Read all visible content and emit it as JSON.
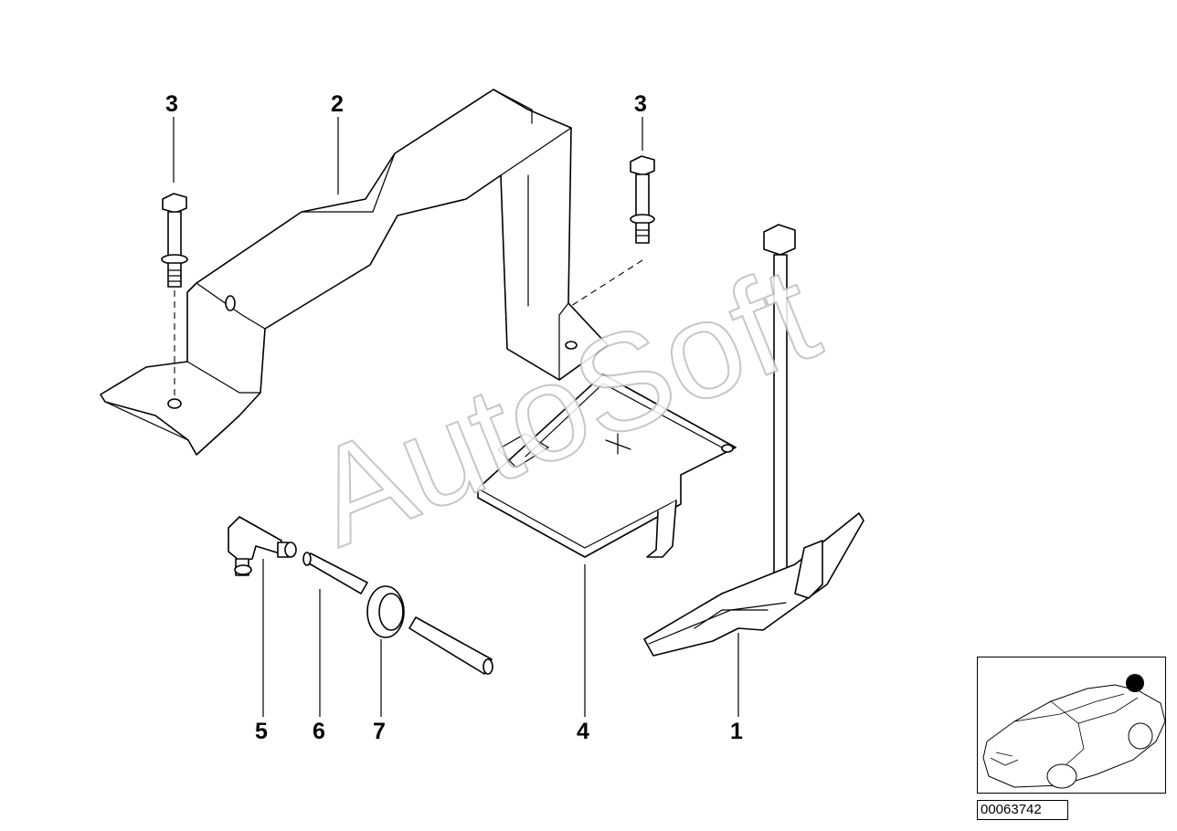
{
  "callouts": {
    "c1": "1",
    "c2": "2",
    "c3_left": "3",
    "c3_right": "3",
    "c4": "4",
    "c5": "5",
    "c6": "6",
    "c7": "7"
  },
  "watermark": "AutoSoft",
  "reference_code": "00063742",
  "colors": {
    "line": "#000000",
    "watermark_outline": "#bdbdbd",
    "marker": "#000000"
  }
}
